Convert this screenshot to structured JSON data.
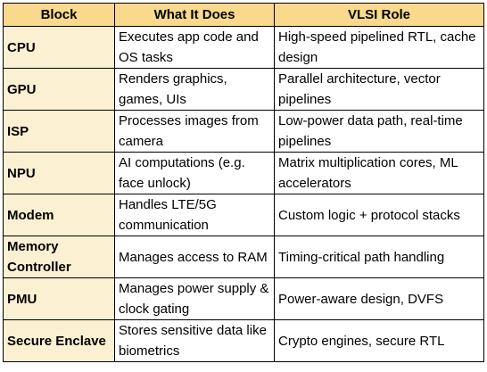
{
  "table": {
    "headers": [
      "Block",
      "What It Does",
      "VLSI Role"
    ],
    "rows": [
      {
        "block": "CPU",
        "does": "Executes app code and OS tasks",
        "role": "High-speed pipelined RTL, cache design"
      },
      {
        "block": "GPU",
        "does": "Renders graphics, games, UIs",
        "role": "Parallel architecture, vector pipelines"
      },
      {
        "block": "ISP",
        "does": "Processes images from camera",
        "role": "Low-power data path, real-time pipelines"
      },
      {
        "block": "NPU",
        "does": "AI computations (e.g. face unlock)",
        "role": "Matrix multiplication cores, ML accelerators"
      },
      {
        "block": "Modem",
        "does": "Handles LTE/5G communication",
        "role": "Custom logic + protocol stacks"
      },
      {
        "block": "Memory Controller",
        "does": "Manages access to RAM",
        "role": "Timing-critical path handling"
      },
      {
        "block": "PMU",
        "does": "Manages power supply & clock gating",
        "role": "Power-aware design, DVFS"
      },
      {
        "block": "Secure Enclave",
        "does": "Stores sensitive data like biometrics",
        "role": "Crypto engines, secure RTL"
      }
    ]
  },
  "colors": {
    "header_bg": "#f9d98c",
    "block_bg": "#fcf0d2",
    "border": "#000000"
  }
}
